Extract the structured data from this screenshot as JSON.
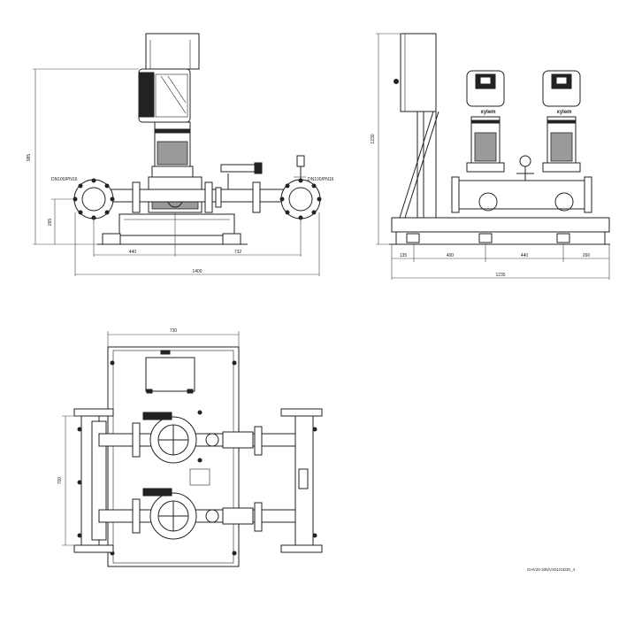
{
  "front_view": {
    "inlet_label": "DN100/PN16",
    "outlet_label": "DN100/PN16",
    "height_dim": "985",
    "axis_height_dim": "265",
    "dim_left": "440",
    "dim_right": "732",
    "overall_width": "1400"
  },
  "side_view": {
    "height_dim": "1230",
    "brand": "xylem",
    "dims": [
      "135",
      "400",
      "440",
      "260"
    ],
    "overall_width": "1235"
  },
  "top_view": {
    "width_dim": "730",
    "pitch_dim": "700"
  },
  "drawing_code": "GHV20-335/VX01/GD30_4"
}
